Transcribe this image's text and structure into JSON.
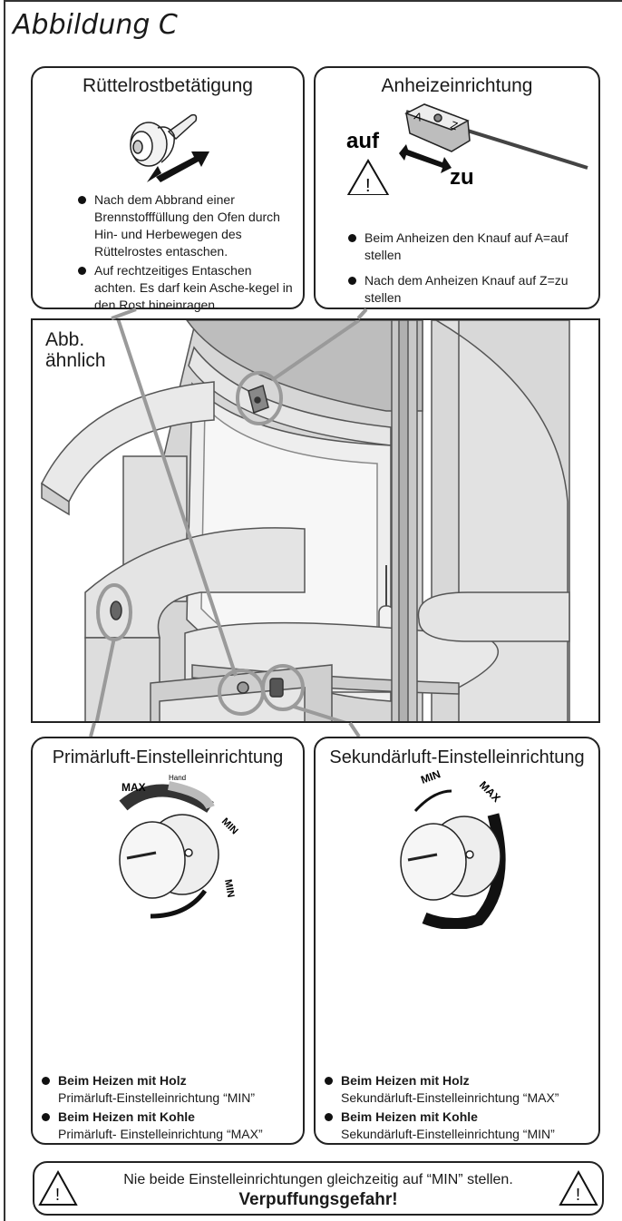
{
  "title": "Abbildung C",
  "scene_label_line1": "Abb.",
  "scene_label_line2": "ähnlich",
  "ruettelrost": {
    "title": "Rüttelrostbetätigung",
    "bullets": [
      "Nach dem Abbrand einer Brennstofffüllung den Ofen durch Hin- und Herbewegen des Rüttelrostes entaschen.",
      "Auf rechtzeitiges Entaschen achten. Es darf kein Asche-kegel in den Rost hineinragen."
    ]
  },
  "anheiz": {
    "title": "Anheizeinrichtung",
    "label_auf": "auf",
    "label_zu": "zu",
    "knob_a": "A",
    "knob_z": "Z",
    "bullets": [
      "Beim Anheizen den Knauf auf A=auf stellen",
      "Nach dem Anheizen Knauf auf Z=zu stellen"
    ]
  },
  "primaer": {
    "title": "Primärluft-Einstelleinrichtung",
    "dial_max": "MAX",
    "dial_hand": "Hand",
    "dial_min1": "MIN",
    "dial_min2": "MIN",
    "b1_head": "Beim Heizen mit Holz",
    "b1_text": "Primärluft-Einstelleinrichtung “MIN”",
    "b2_head": "Beim Heizen mit Kohle",
    "b2_text": "Primärluft- Einstelleinrichtung “MAX”"
  },
  "sekundaer": {
    "title": "Sekundärluft-Einstelleinrichtung",
    "dial_min": "MIN",
    "dial_max": "MAX",
    "b1_head": "Beim Heizen mit Holz",
    "b1_text": "Sekundärluft-Einstelleinrichtung “MAX”",
    "b2_head": "Beim Heizen mit Kohle",
    "b2_text": "Sekundärluft-Einstelleinrichtung “MIN”"
  },
  "warning": {
    "line1": "Nie beide Einstelleinrichtungen gleichzeitig auf “MIN” stellen.",
    "line2": "Verpuffungsgefahr!"
  }
}
